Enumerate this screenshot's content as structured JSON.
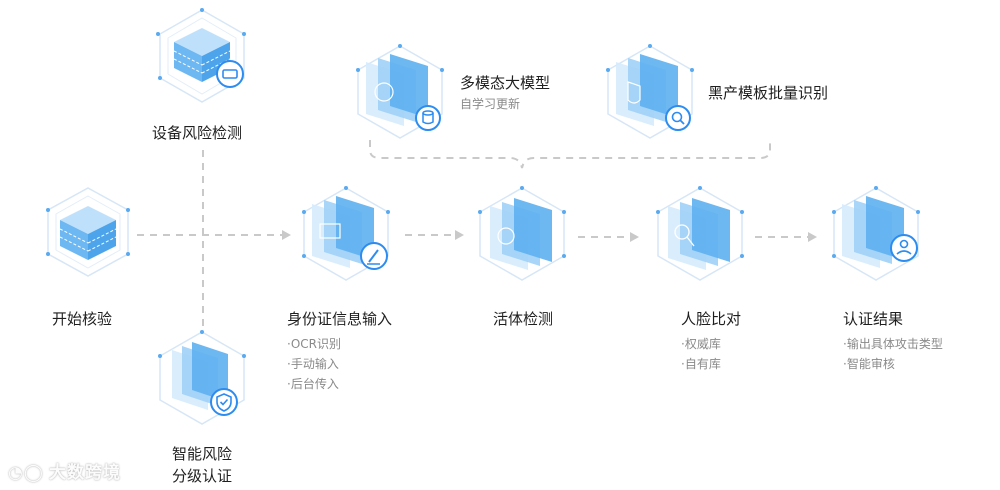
{
  "colors": {
    "accent": "#2d8cf0",
    "connector": "#c9c9c9",
    "text": "#1f1f1f",
    "subtext": "#8a8a8a"
  },
  "nodes": {
    "device_risk": {
      "label": "设备风险检测",
      "icon": "router-search-icon"
    },
    "start": {
      "label": "开始核验",
      "icon": "server-stack-icon"
    },
    "smart_risk": {
      "line1": "智能风险",
      "line2": "分级认证",
      "icon": "shield-check-icon"
    },
    "multimodal": {
      "label": "多模态大模型",
      "sub": "自学习更新",
      "icon": "database-icon"
    },
    "template": {
      "label": "黑产模板批量识别",
      "icon": "magnifier-icon"
    },
    "id_input": {
      "label": "身份证信息输入",
      "items": [
        "·OCR识别",
        "·手动输入",
        "·后台传入"
      ],
      "icon": "pen-icon"
    },
    "liveness": {
      "label": "活体检测"
    },
    "face": {
      "label": "人脸比对",
      "items": [
        "·权威库",
        "·自有库"
      ]
    },
    "result": {
      "label": "认证结果",
      "items": [
        "·输出具体攻击类型",
        "·智能审核"
      ],
      "icon": "user-icon"
    }
  },
  "watermark": {
    "text": "大数跨境"
  }
}
